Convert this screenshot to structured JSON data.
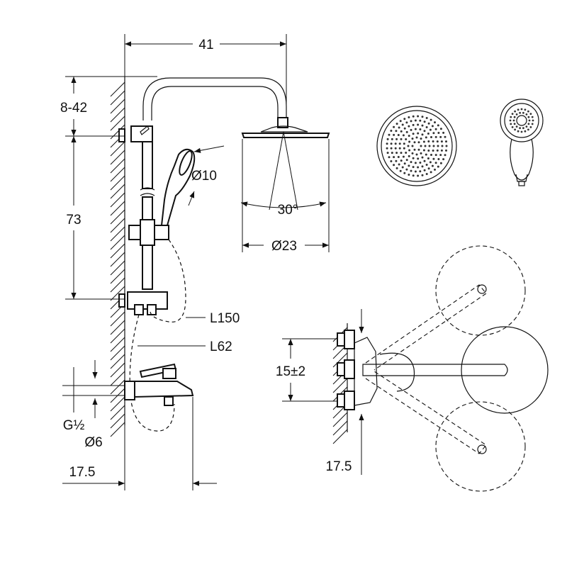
{
  "dimensions": {
    "bar_width": "41",
    "height_adjust": "8-42",
    "rail_height": "73",
    "handshower_diameter": "Ø10",
    "spray_angle": "30°",
    "overhead_diameter": "Ø23",
    "hose_long": "L150",
    "hose_short": "L62",
    "thread": "G½",
    "pipe_diameter": "Ø6",
    "wall_offset_left": "17.5",
    "bracket_spacing": "15±2",
    "wall_offset_right": "17.5"
  },
  "colors": {
    "line": "#111111",
    "background": "#ffffff"
  }
}
